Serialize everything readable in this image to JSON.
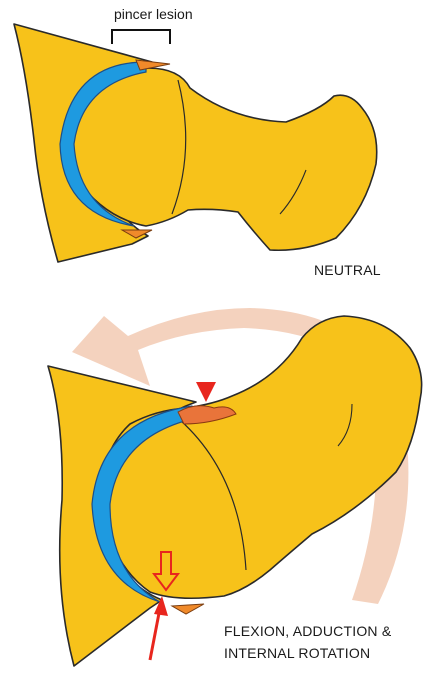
{
  "labels": {
    "pincer_lesion": "pincer lesion",
    "neutral": "NEUTRAL",
    "flexion_line1": "FLEXION, ADDUCTION &",
    "flexion_line2": "INTERNAL ROTATION"
  },
  "colors": {
    "bone": "#f7c21a",
    "outline": "#2a2a2a",
    "cartilage": "#1e9ae0",
    "lesion": "#f08a2a",
    "arrow_rotation": "#f1c7ae",
    "indicator_red": "#e8261e",
    "labrum_tear": "#e9743a"
  },
  "icons": [
    "bracket",
    "curved-rotation-arrow",
    "red-arrowhead",
    "hollow-down-arrow",
    "red-pointer-arrow"
  ]
}
